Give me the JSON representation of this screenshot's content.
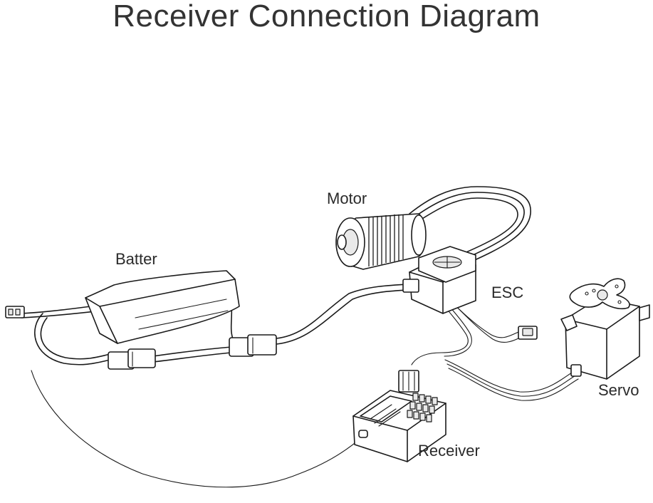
{
  "title": "Receiver Connection Diagram",
  "labels": {
    "motor": "Motor",
    "battery": "Batter",
    "esc": "ESC",
    "servo": "Servo",
    "receiver": "Receiver"
  }
}
